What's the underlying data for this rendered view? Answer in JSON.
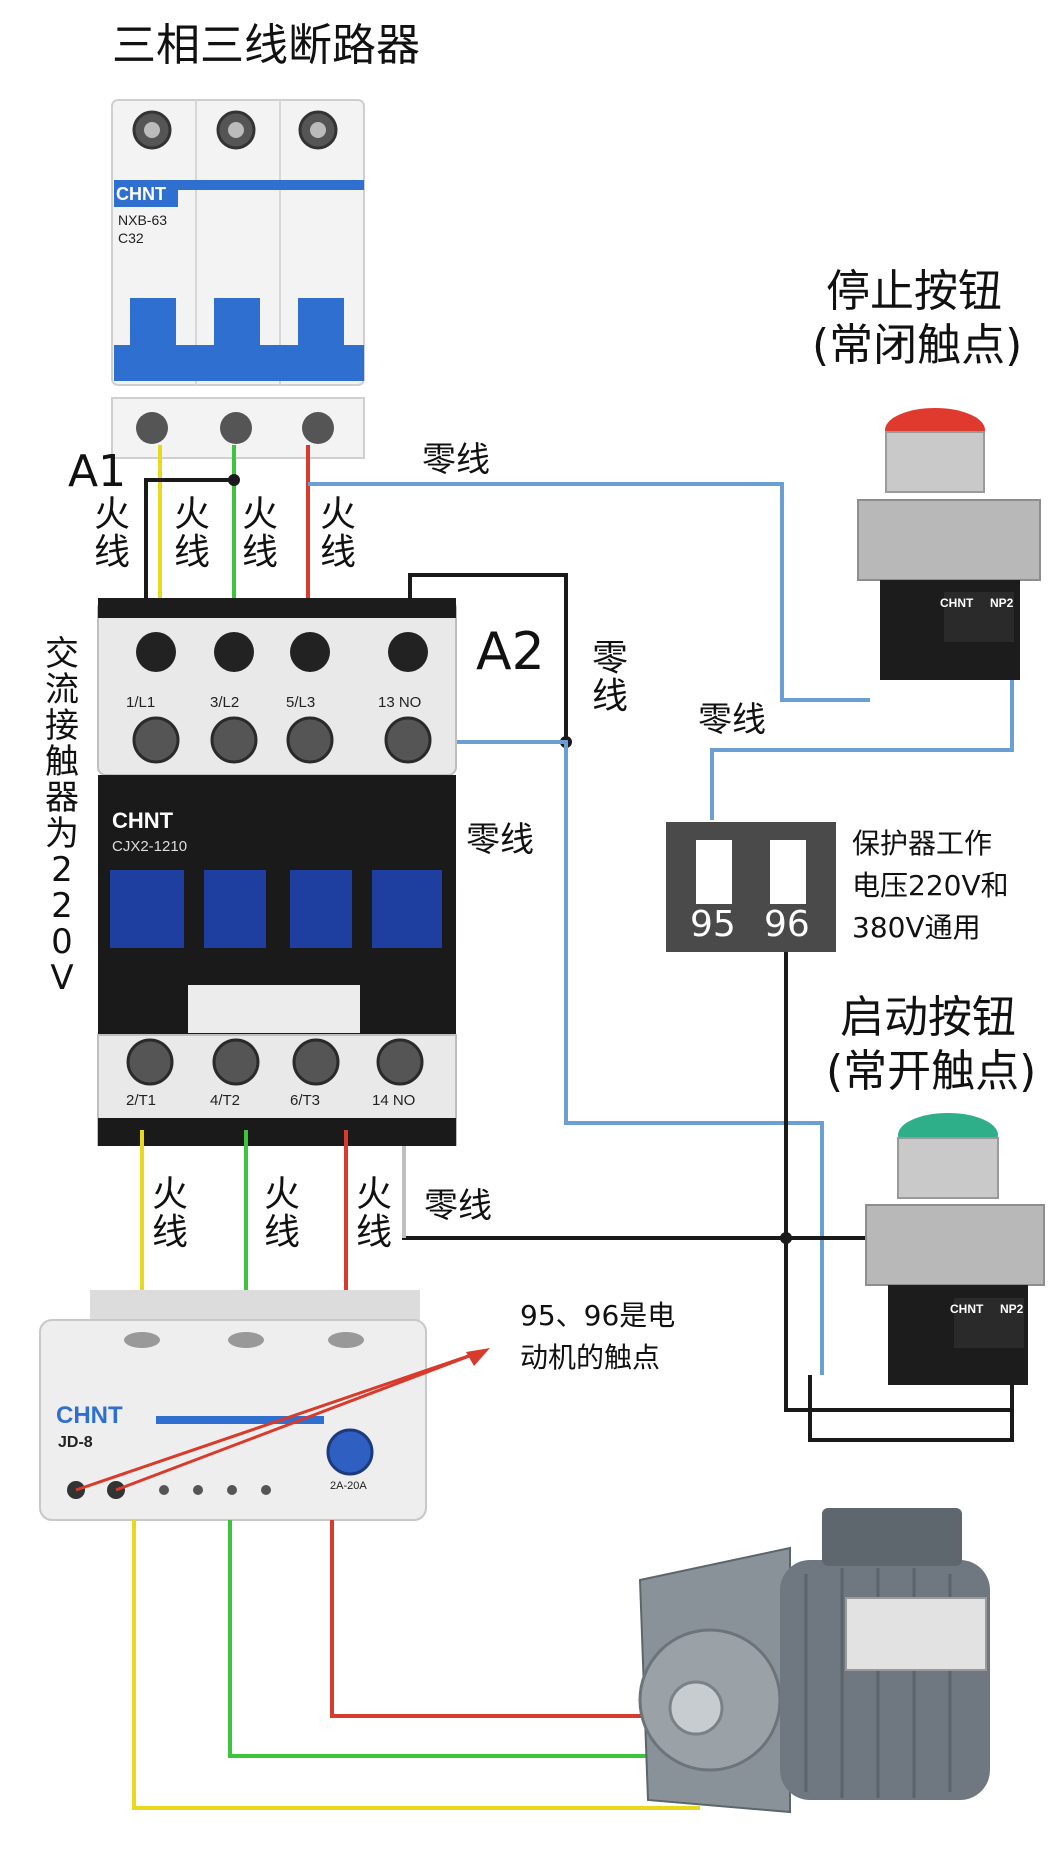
{
  "labels": {
    "breaker_title": "三相三线断路器",
    "stop_button_line1": "停止按钮",
    "stop_button_line2": "(常闭触点)",
    "start_button_line1": "启动按钮",
    "start_button_line2": "(常开触点)",
    "a1": "A1",
    "a2": "A2",
    "live_wire": "火线",
    "neutral_wire": "零线",
    "contactor_note": "交流接触器为220V",
    "protector_note_line1": "保护器工作",
    "protector_note_line2": "电压220V和",
    "protector_note_line3": "380V通用",
    "contacts_note_line1": "95、96是电",
    "contacts_note_line2": "动机的触点",
    "terminal_95": "95",
    "terminal_96": "96"
  },
  "devices": {
    "breaker": {
      "brand": "CHNT",
      "model": "NXB-63",
      "rating": "C32"
    },
    "contactor": {
      "brand": "CHNT",
      "model": "CJX2-1210",
      "top_terminals": [
        "1/L1",
        "3/L2",
        "5/L3",
        "13 NO"
      ],
      "bottom_terminals": [
        "2/T1",
        "4/T2",
        "6/T3",
        "14 NO"
      ]
    },
    "protector": {
      "brand": "CHNT",
      "model": "JD-8",
      "range": "2A-20A"
    },
    "stop_button": {
      "brand": "CHNT",
      "model": "NP2"
    },
    "start_button": {
      "brand": "CHNT",
      "model": "NP2"
    }
  },
  "colors": {
    "live_yellow": "#e8d820",
    "live_green": "#3cc43c",
    "live_red": "#d83a2c",
    "neutral_blue": "#6a9fd4",
    "control_black": "#1a1a1a",
    "stop_red": "#e0392e",
    "start_green": "#2fae8a",
    "brand_blue": "#2f6fd0"
  }
}
